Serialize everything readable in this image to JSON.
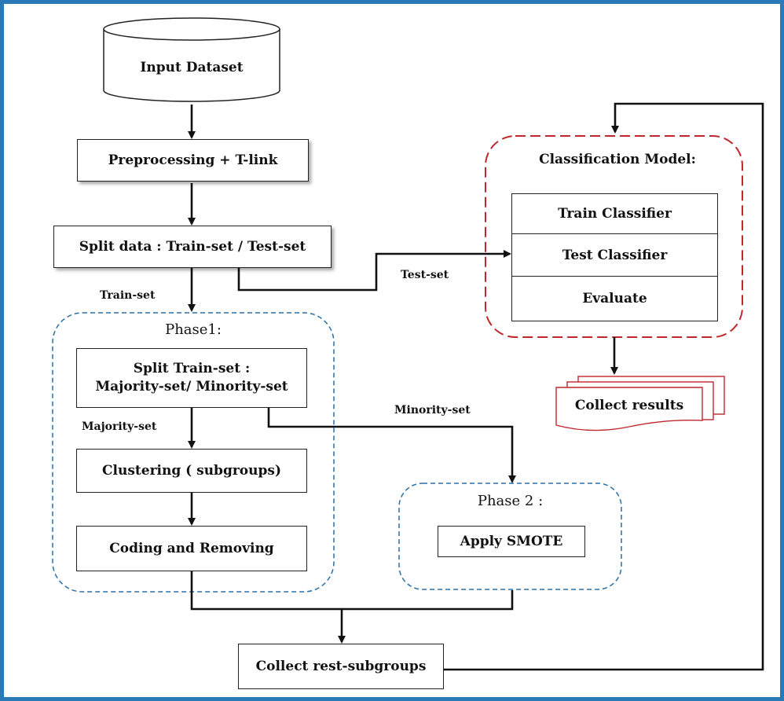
{
  "nodes": {
    "input_dataset": "Input Dataset",
    "preprocessing": "Preprocessing + T-link",
    "split_data": "Split data : Train-set / Test-set",
    "split_train_line1": "Split Train-set :",
    "split_train_line2": "Majority-set/ Minority-set",
    "clustering": "Clustering ( subgroups)",
    "coding_removing": "Coding and Removing",
    "apply_smote": "Apply SMOTE",
    "collect_rest": "Collect rest-subgroups",
    "collect_results": "Collect results"
  },
  "classification_model": {
    "title": "Classification Model:",
    "rows": [
      "Train Classifier",
      "Test Classifier",
      "Evaluate"
    ]
  },
  "phases": {
    "phase1": "Phase1:",
    "phase2": "Phase 2 :"
  },
  "edge_labels": {
    "train_set": "Train-set",
    "test_set": "Test-set",
    "majority_set": "Majority-set",
    "minority_set": "Minority-set"
  },
  "colors": {
    "frame": "#2a7ab8",
    "phase_border": "#2a6fa8",
    "model_border": "#c0272d",
    "results_border": "#c0272d"
  }
}
